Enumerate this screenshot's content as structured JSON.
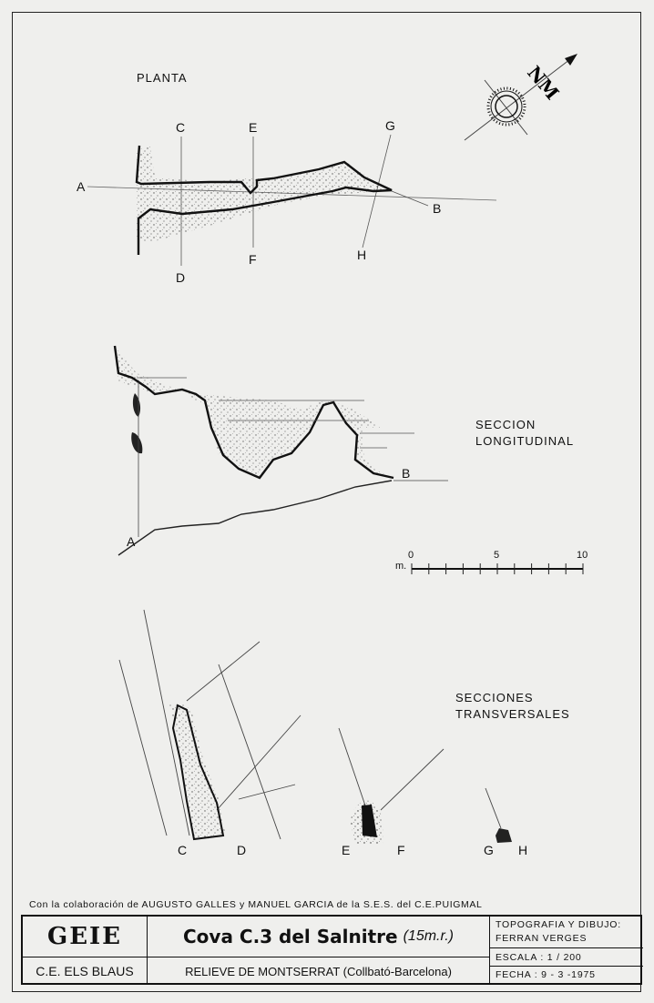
{
  "planta": {
    "heading": "PLANTA",
    "labels": {
      "A": "A",
      "B": "B",
      "C": "C",
      "D": "D",
      "E": "E",
      "F": "F",
      "G": "G",
      "H": "H"
    }
  },
  "compass": {
    "label": "NM",
    "icon": "north-arrow-icon"
  },
  "longitudinal": {
    "heading_line1": "SECCION",
    "heading_line2": "LONGITUDINAL",
    "labels": {
      "A": "A",
      "B": "B"
    }
  },
  "scale_bar": {
    "unit": "m.",
    "ticks": [
      "0",
      "5",
      "10"
    ],
    "max_value": 10
  },
  "transversal": {
    "heading_line1": "SECCIONES",
    "heading_line2": "TRANSVERSALES",
    "labels": {
      "C": "C",
      "D": "D",
      "E": "E",
      "F": "F",
      "G": "G",
      "H": "H"
    }
  },
  "collaboration": "Con la colaboración de AUGUSTO  GALLES y MANUEL GARCIA de la S.E.S. del C.E.PUIGMAL",
  "title_block": {
    "logo": "GEIE",
    "club": "C.E. ELS BLAUS",
    "cave_name": "Cova C.3 del Salnitre",
    "length": "(15m.r.)",
    "location": "RELIEVE DE MONTSERRAT (Collbató-Barcelona)",
    "topography_label": "TOPOGRAFIA Y DIBUJO:",
    "author": "FERRAN VERGES",
    "scale": "ESCALA : 1 / 200",
    "date": "FECHA : 9 - 3 -1975"
  }
}
